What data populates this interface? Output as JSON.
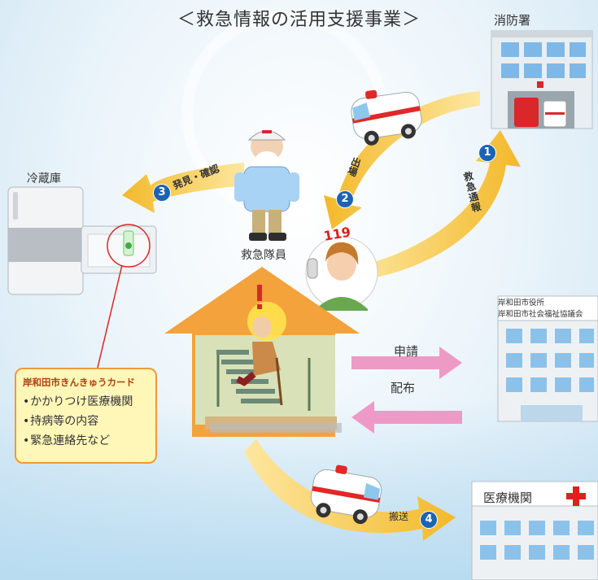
{
  "title": "＜救急情報の活用支援事業＞",
  "labels": {
    "fire_station": "消防署",
    "refrigerator": "冷蔵庫",
    "ems_crew": "救急隊員",
    "city_office_line1": "岸和田市役所",
    "city_office_line2": "岸和田市社会福祉協議会",
    "apply": "申請",
    "distribute": "配布",
    "hospital": "医療機関",
    "transport": "搬送",
    "find_confirm": "発見・確認",
    "emergency_report": "救急通報",
    "dispatch": "出場",
    "phone_number": "119"
  },
  "steps": [
    "1",
    "2",
    "3",
    "4"
  ],
  "card": {
    "title": "岸和田市きんきゅうカード",
    "items": [
      "かかりつけ医療機関",
      "持病等の内容",
      "緊急連絡先など"
    ]
  },
  "colors": {
    "arrow_yellow": "#f5c33b",
    "arrow_pink": "#ee9ac6",
    "house_orange": "#f4a23c",
    "step_blue": "#1d63b3",
    "card_border": "#f09a3a",
    "card_bg": "#fff7b8",
    "cross_red": "#e02020"
  }
}
